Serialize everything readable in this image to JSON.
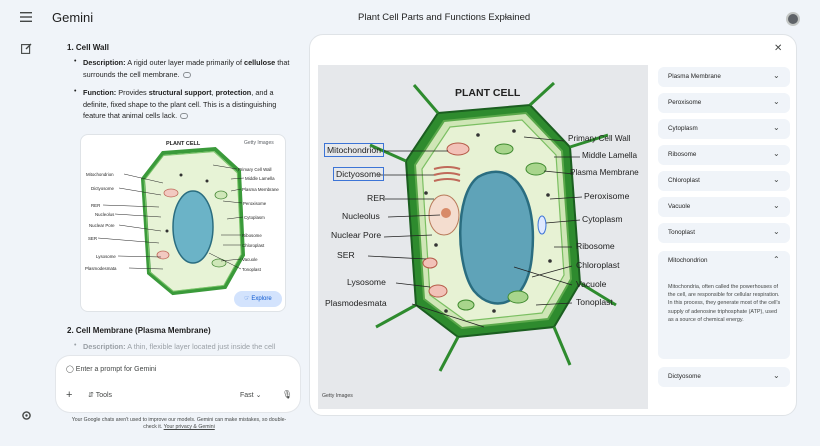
{
  "app": {
    "name": "Gemini"
  },
  "conversation": {
    "title": "Plant Cell Parts and Functions Explained"
  },
  "chat": {
    "section1": {
      "heading": "1. Cell Wall",
      "desc_label": "Description:",
      "desc_text_a": "A rigid outer layer made primarily of",
      "desc_bold": "cellulose",
      "desc_text_b": "that surrounds the cell membrane.",
      "func_label": "Function:",
      "func_text_a": "Provides",
      "func_bold_1": "structural support",
      "func_text_b": ",",
      "func_bold_2": "protection",
      "func_text_c": ", and a",
      "func_line2": "definite, fixed shape to the plant cell. This is a distinguishing",
      "func_line3": "feature that animal cells lack."
    },
    "thumbnail": {
      "title": "PLANT CELL",
      "credit": "Getty Images",
      "labels_left": [
        "Mitochondrion",
        "Dictyosome",
        "RER",
        "Nucleolus",
        "Nuclear Pore",
        "SER",
        "Lysosome",
        "Plasmodesmata"
      ],
      "labels_right": [
        "Primary Cell Wall",
        "Middle Lamella",
        "Plasma Membrane",
        "Peroxisome",
        "Cytoplasm",
        "Ribosome",
        "Chloroplast",
        "Vacuole",
        "Tonoplast"
      ],
      "explore_label": "Explore"
    },
    "section2": {
      "heading": "2. Cell Membrane (Plasma Membrane)",
      "desc_label": "Description:",
      "desc_text": "A thin, flexible layer located just inside the cell"
    },
    "prompt": {
      "placeholder": "Enter a prompt for Gemini",
      "tools_label": "Tools",
      "mode_label": "Fast"
    },
    "disclaimer_a": "Your Google chats aren't used to improve our models. Gemini can make mistakes, so double-",
    "disclaimer_b": "check it.",
    "disclaimer_link": "Your privacy & Gemini"
  },
  "canvas": {
    "image_title": "PLANT CELL",
    "image_credit": "Getty Images",
    "labels_left": [
      "Mitochondrion",
      "Dictyosome",
      "RER",
      "Nucleolus",
      "Nuclear Pore",
      "SER",
      "Lysosome",
      "Plasmodesmata"
    ],
    "labels_right": [
      "Primary Cell Wall",
      "Middle Lamella",
      "Plasma Membrane",
      "Peroxisome",
      "Cytoplasm",
      "Ribosome",
      "Chloroplast",
      "Vacuole",
      "Tonoplast"
    ],
    "accordion": [
      {
        "label": "Plasma Membrane"
      },
      {
        "label": "Peroxisome"
      },
      {
        "label": "Cytoplasm"
      },
      {
        "label": "Ribosome"
      },
      {
        "label": "Chloroplast"
      },
      {
        "label": "Vacuole"
      },
      {
        "label": "Tonoplast"
      },
      {
        "label": "Mitochondrion",
        "body": "Mitochondria, often called the powerhouses of the cell, are responsible for cellular respiration. In this process, they generate most of the cell's supply of adenosine triphosphate (ATP), used as a source of chemical energy."
      },
      {
        "label": "Dictyosome"
      }
    ]
  },
  "icons": {
    "menu": "menu-icon",
    "new_chat": "edit-icon",
    "settings": "settings-icon",
    "close": "close-icon",
    "chevron": "chevron-down-icon",
    "mic": "mic-icon"
  },
  "colors": {
    "accent": "#0b57d0",
    "explore_bg": "#d3e3fd",
    "highlight_box": "#3c74d6",
    "cell_wall": "#2e8b2e",
    "vacuole": "#5fa3b8"
  }
}
